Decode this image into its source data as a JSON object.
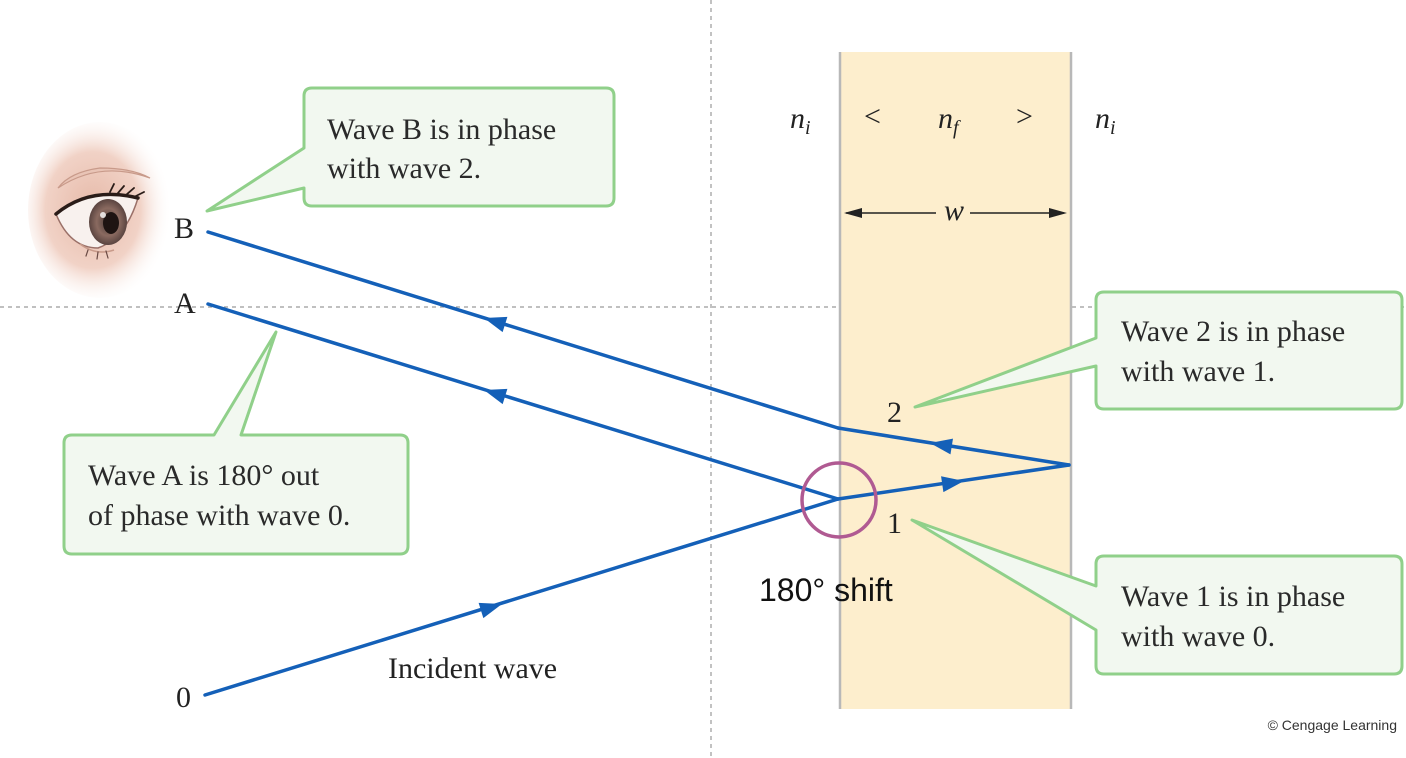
{
  "colors": {
    "film": "#fdeecd",
    "film_border": "#b8b8b8",
    "ray": "#1460b8",
    "callout_fill": "#f2f8f0",
    "callout_border": "#90d08a",
    "circle": "#b05a92",
    "guide": "#999999"
  },
  "labels": {
    "point_b": "B",
    "point_a": "A",
    "point_0": "0",
    "ray_1": "1",
    "ray_2": "2",
    "incident": "Incident wave",
    "shift": "180° shift",
    "width": "w",
    "credit": "© Cengage Learning"
  },
  "indices": {
    "left": "n",
    "left_sub": "i",
    "lt": "<",
    "film": "n",
    "film_sub": "f",
    "gt": ">",
    "right": "n",
    "right_sub": "i"
  },
  "callouts": {
    "wave_b": [
      "Wave B is in phase",
      "with wave 2."
    ],
    "wave_a": [
      "Wave A is 180° out",
      "of phase with wave 0."
    ],
    "wave_2": [
      "Wave 2 is in phase",
      "with wave 1."
    ],
    "wave_1": [
      "Wave 1 is in phase",
      "with wave 0."
    ]
  },
  "icons": {
    "eye": "eye-icon"
  }
}
